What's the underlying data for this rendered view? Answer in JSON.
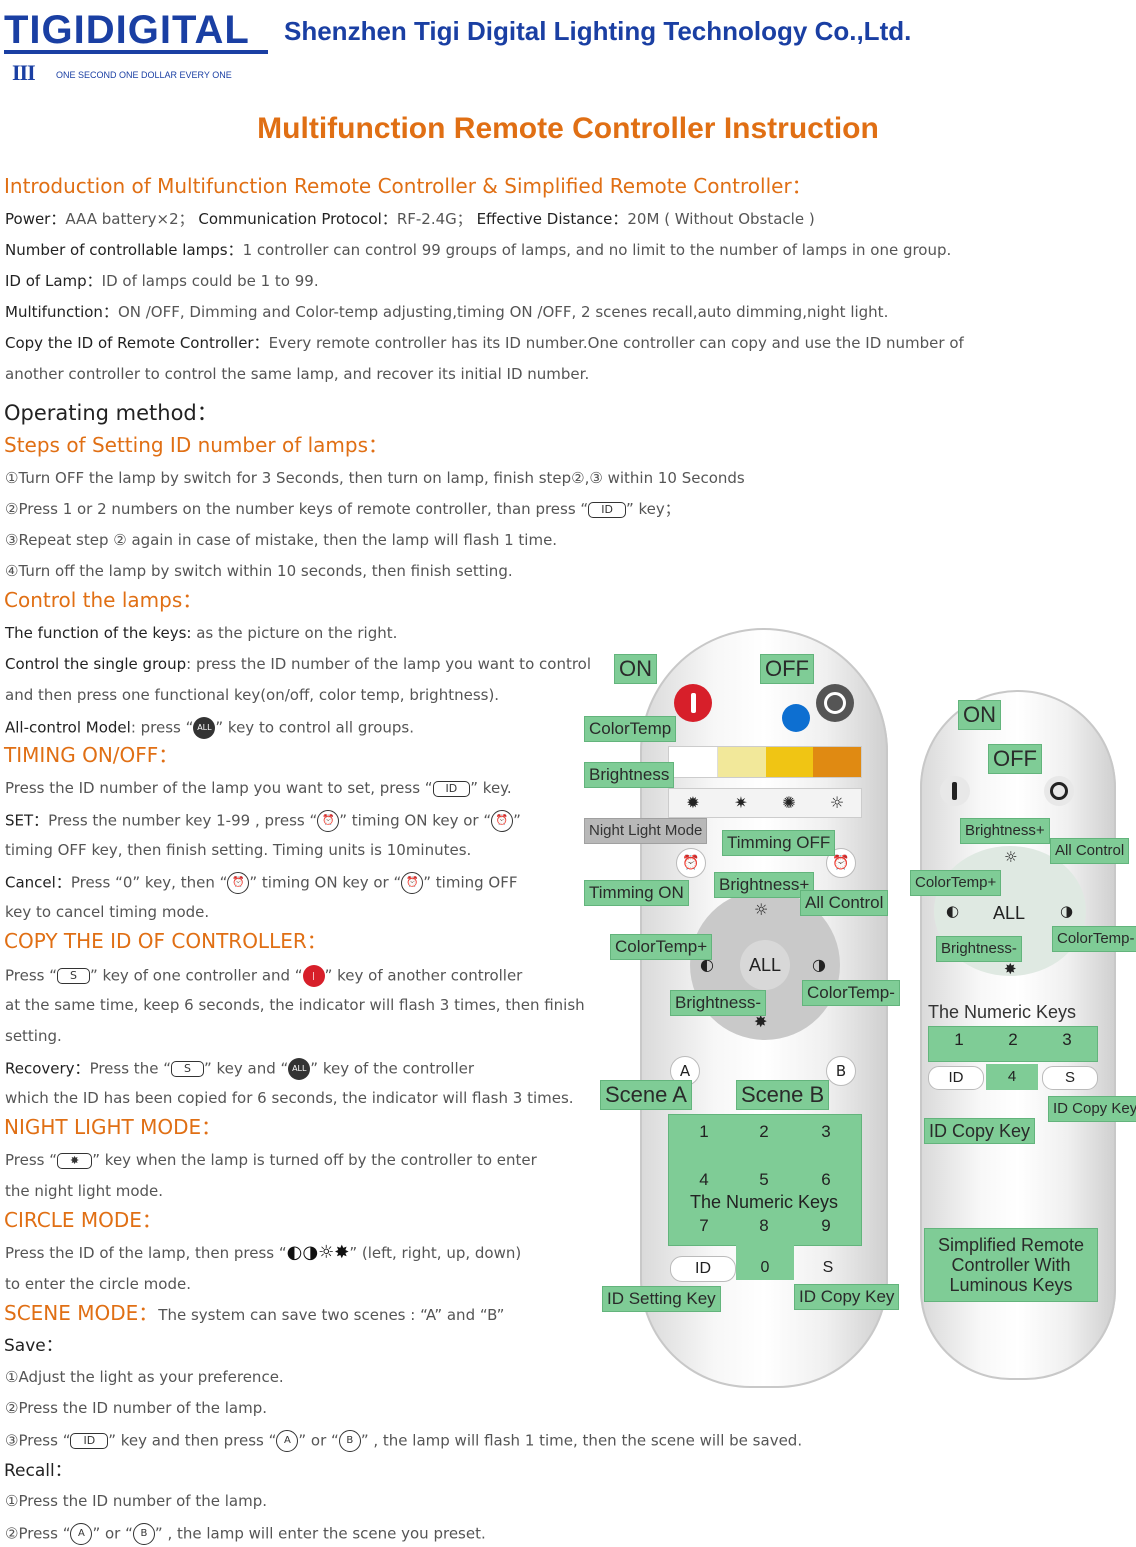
{
  "header": {
    "logo": "TIGIDIGITAL",
    "logo_mark": "III",
    "slogan": "ONE SECOND ONE DOLLAR EVERY ONE",
    "company": "Shenzhen Tigi Digital Lighting Technology Co.,Ltd."
  },
  "doc_title": "Multifunction Remote Controller Instruction",
  "intro": {
    "heading": "Introduction of Multifunction Remote Controller & Simplified Remote Controller：",
    "power_label": "Power：",
    "power_value": "AAA battery×2；",
    "protocol_label": "Communication Protocol：",
    "protocol_value": "RF-2.4G；",
    "distance_label": "Effective Distance：",
    "distance_value": "20M ( Without Obstacle )",
    "lamps_label": "Number of controllable lamps：",
    "lamps_value": "1 controller can control 99 groups of lamps, and no limit to the number of lamps in one group.",
    "id_label": "ID of Lamp：",
    "id_value": "ID of lamps could be 1 to 99.",
    "multi_label": "Multifunction：",
    "multi_value": "ON /OFF, Dimming and Color-temp adjusting,timing ON /OFF, 2 scenes recall,auto dimming,night light.",
    "copy_label": "Copy the ID of Remote Controller：",
    "copy_value": "Every remote controller has its ID number.One controller can copy and use the ID number of",
    "copy_value2": "another controller to control the same lamp, and recover its initial ID number."
  },
  "operating": {
    "heading": "Operating method：",
    "steps_heading": "Steps of Setting ID number of lamps：",
    "step1": "①Turn OFF the lamp by switch for 3 Seconds, then turn on lamp, finish step②,③ within 10 Seconds",
    "step2_a": "②Press 1 or 2 numbers on the number keys of remote controller, than press  “",
    "step2_b": "”  key；",
    "step3": "③Repeat step ② again in case of mistake, then the lamp will flash 1 time.",
    "step4": "④Turn off the lamp by switch within 10 seconds, then finish setting.",
    "control_heading": "Control the lamps：",
    "func_label": "The function of the keys:",
    "func_value": " as the picture on the right.",
    "single_label": "Control the single group",
    "single_value": ": press the ID number of the lamp you want to control",
    "single_value2": "and then press one functional key(on/off, color temp, brightness).",
    "all_label": "All-control Model",
    "all_value_a": ": press  “",
    "all_value_b": "”   key to control all groups.",
    "timing_heading": "TIMING ON/OFF：",
    "timing1_a": "Press the ID number of the lamp you want to set, press   “",
    "timing1_b": "”  key.",
    "set_label": "SET：",
    "set_a": "Press the number key 1-99 , press  “",
    "set_b": "”  timing ON key or  “",
    "set_c": "”",
    "set2": "timing OFF key, then finish setting. Timing units is 10minutes.",
    "cancel_label": "Cancel：",
    "cancel_a": "Press  “0”  key, then  “",
    "cancel_b": "”  timing ON key or  “",
    "cancel_c": "”  timing OFF",
    "cancel2": "key to cancel timing mode.",
    "copy_heading": "COPY THE ID OF CONTROLLER：",
    "copy_a": "Press  “",
    "copy_b": "”  key of one controller and  “",
    "copy_c": "”  key of another controller",
    "copy2": "at the same time, keep 6 seconds, the indicator will flash 3 times, then finish",
    "copy3": "setting.",
    "recovery_label": "Recovery：",
    "recovery_a": "Press the  “",
    "recovery_b": "”  key and  “",
    "recovery_c": "”  key of the controller",
    "recovery2": "which the ID has been copied for 6 seconds, the indicator will flash 3 times.",
    "night_heading": "NIGHT LIGHT MODE：",
    "night_a": "Press  “",
    "night_b": "”  key when the lamp is turned off by the controller to enter",
    "night2": "the night light mode.",
    "circle_heading": "CIRCLE MODE：",
    "circle_a": "Press the ID of the lamp, then press  “",
    "circle_b": "”  (left, right, up, down)",
    "circle2": "to enter the circle mode.",
    "scene_heading": "SCENE MODE：",
    "scene_intro": "The system can save two scenes :  “A”  and  “B”",
    "save_label": "Save：",
    "save1": "①Adjust the light as your preference.",
    "save2": "②Press the ID number of the lamp.",
    "save3_a": "③Press  “",
    "save3_b": "”  key and then press  “",
    "save3_c": "”  or  “",
    "save3_d": "”  ,  the lamp will flash 1 time, then the scene will be saved.",
    "recall_label": "Recall：",
    "recall1": "①Press the ID number of the lamp.",
    "recall2_a": "②Press  “",
    "recall2_b": "”  or  “",
    "recall2_c": "”  , the lamp will enter the scene you preset."
  },
  "keys": {
    "id": "ID",
    "s": "S",
    "all": "ALL",
    "a": "A",
    "b": "B",
    "on_mark": "ON"
  },
  "big_remote": {
    "on": "ON",
    "off": "OFF",
    "color_temp": "ColorTemp",
    "brightness": "Brightness",
    "night_light": "Night Light Mode",
    "timing_off": "Timming OFF",
    "timing_on": "Timming ON",
    "brightness_plus": "Brightness+",
    "all_control": "All Control",
    "colortemp_plus": "ColorTemp+",
    "all": "ALL",
    "colortemp_minus": "ColorTemp-",
    "brightness_minus": "Brightness-",
    "scene_a": "Scene A",
    "scene_b": "Scene B",
    "a": "A",
    "b": "B",
    "numeric_keys": "The Numeric Keys",
    "nums": [
      "1",
      "2",
      "3",
      "4",
      "5",
      "6",
      "7",
      "8",
      "9"
    ],
    "id": "ID",
    "zero": "0",
    "s": "S",
    "id_setting_key": "ID Setting Key",
    "id_copy_key": "ID Copy Key"
  },
  "small_remote": {
    "on": "ON",
    "off": "OFF",
    "brightness_plus": "Brightness+",
    "all_control": "All Control",
    "colortemp_plus": "ColorTemp+",
    "all": "ALL",
    "colortemp_minus": "ColorTemp-",
    "brightness_minus": "Brightness-",
    "numeric_keys": "The Numeric Keys",
    "nums": [
      "1",
      "2",
      "3"
    ],
    "id": "ID",
    "four": "4",
    "s": "S",
    "id_copy_key": "ID Copy Key",
    "id_copy_key2": "ID Copy Key",
    "simplified_1": "Simplified Remote",
    "simplified_2": "Controller With",
    "simplified_3": "Luminous Keys"
  },
  "colors": {
    "accent": "#e06f14",
    "brand": "#1a3fa3",
    "label_green": "#7fcc96"
  }
}
